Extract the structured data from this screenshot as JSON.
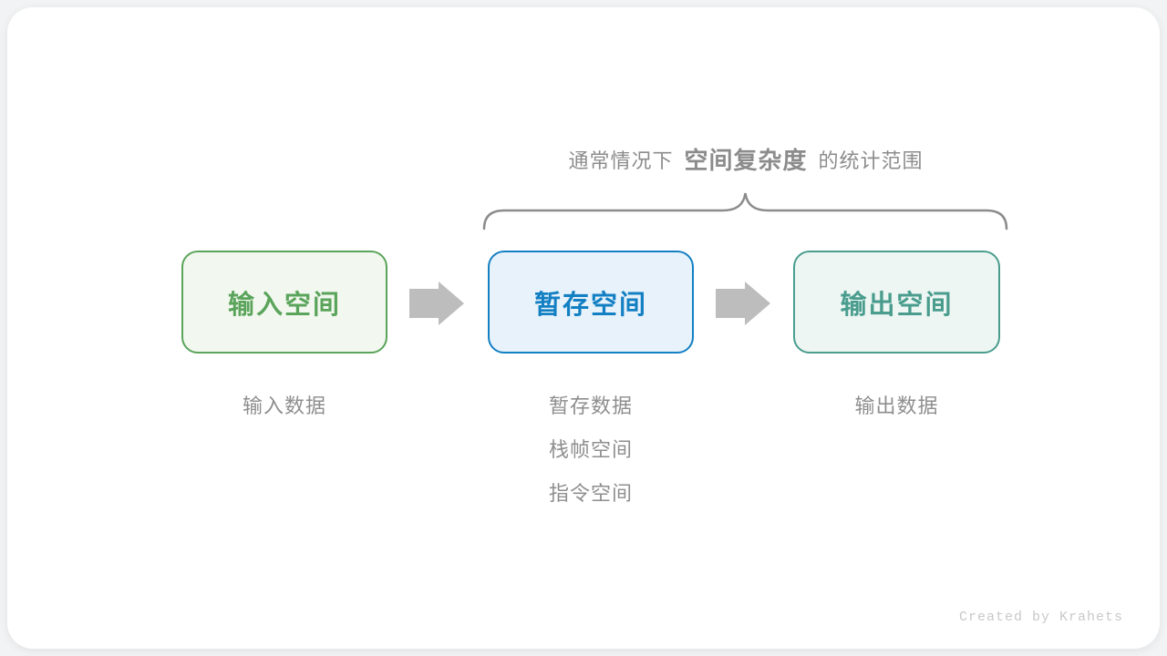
{
  "page": {
    "background_color": "#F2F3F4",
    "card_color": "#FFFFFF"
  },
  "title": {
    "prefix": "通常情况下",
    "highlight": "空间复杂度",
    "suffix": "的统计范围",
    "color": "#8C8C8C"
  },
  "brace": {
    "color": "#8C8C8C",
    "spans_boxes": [
      "temp-space",
      "output-space"
    ]
  },
  "boxes": [
    {
      "id": "input-space",
      "label": "输入空间",
      "text_color": "#5BA45B",
      "border_color": "#5BA45B",
      "background": "#F2F8EF"
    },
    {
      "id": "temp-space",
      "label": "暂存空间",
      "text_color": "#1380C3",
      "border_color": "#1380C3",
      "background": "#E8F2FB"
    },
    {
      "id": "output-space",
      "label": "输出空间",
      "text_color": "#4A9D8E",
      "border_color": "#4A9D8E",
      "background": "#EDF6F2"
    }
  ],
  "arrows": {
    "color": "#BDBDBD",
    "count": 2
  },
  "annotations": [
    {
      "for": "input-space",
      "lines": {
        "0": "输入数据"
      }
    },
    {
      "for": "temp-space",
      "lines": {
        "0": "暂存数据",
        "1": "栈帧空间",
        "2": "指令空间"
      }
    },
    {
      "for": "output-space",
      "lines": {
        "0": "输出数据"
      }
    }
  ],
  "footer": {
    "credit": "Created by Krahets",
    "color": "#C9C9C9"
  }
}
